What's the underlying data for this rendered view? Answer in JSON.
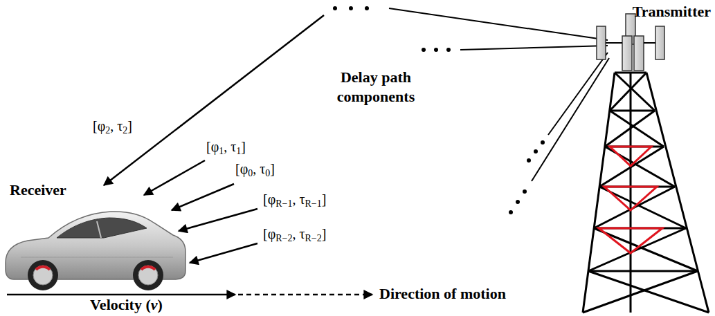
{
  "diagram": {
    "labels": [
      "Transmitter",
      "Delay path components",
      "[φ2, τ2]",
      "[φ1, τ1]",
      "[φ0, τ0]",
      "Receiver",
      "[φR−1, τR−1]",
      "[φR−2, τR−2]",
      "Direction of motion",
      "Velocity (v)"
    ]
  }
}
